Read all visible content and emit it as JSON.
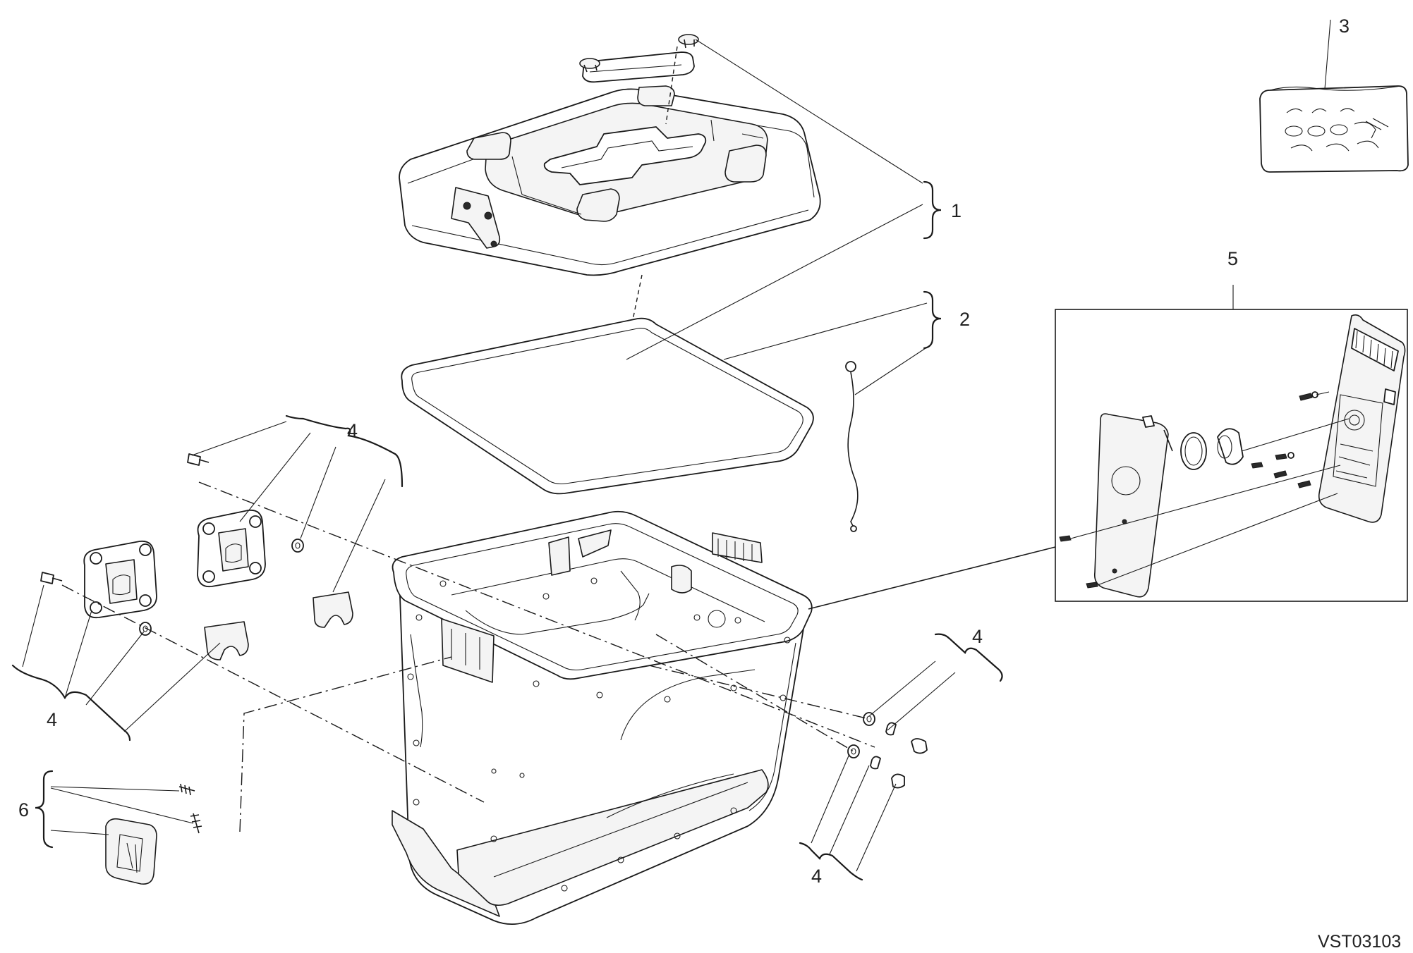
{
  "diagram": {
    "drawing_code": "VST03103",
    "callouts": {
      "c1": "1",
      "c2": "2",
      "c3": "3",
      "c4_top": "4",
      "c4_left": "4",
      "c4_right_top": "4",
      "c4_right_bottom": "4",
      "c5": "5",
      "c6": "6"
    }
  }
}
